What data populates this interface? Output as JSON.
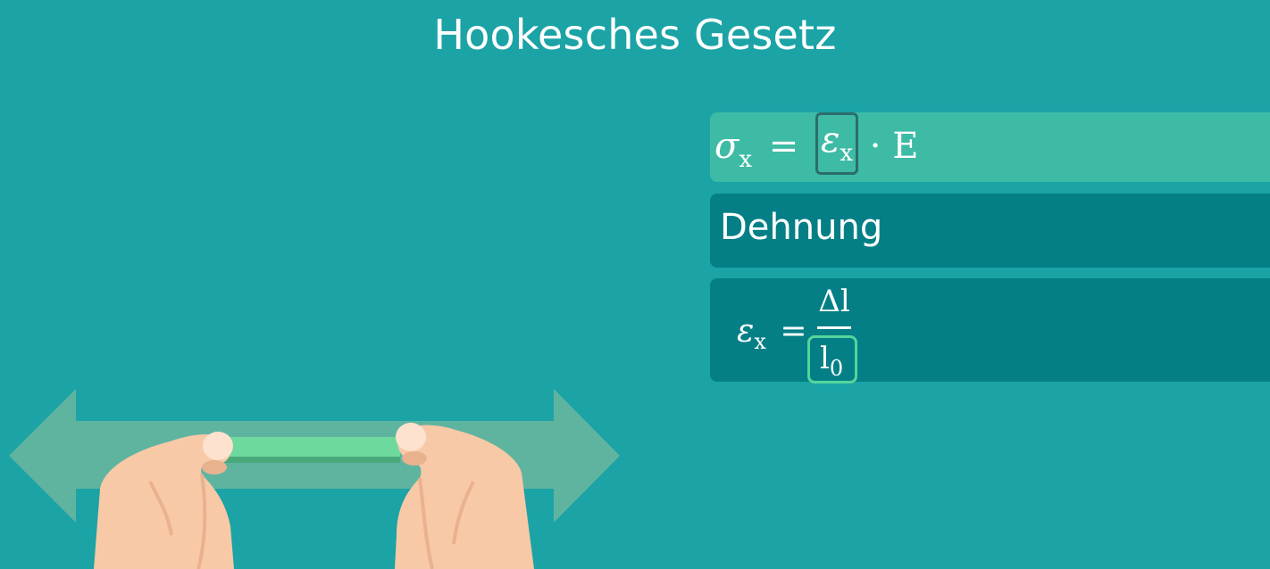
{
  "title": "Hookesches Gesetz",
  "formula_hooke": {
    "sigma": "σ",
    "sub_x": "x",
    "equals": "=",
    "epsilon": "ε",
    "dot": "·",
    "E": "E"
  },
  "dehnung_label": "Dehnung",
  "formula_strain": {
    "epsilon": "ε",
    "sub_x": "x",
    "equals": "=",
    "numerator": "Δl",
    "denominator_l": "l",
    "denominator_sub": "0"
  },
  "colors": {
    "background": "#1ba3a6",
    "highlight_panel": "#3dbba4",
    "dark_panel": "#057f86",
    "arrow": "#5fb4a0",
    "rod": "#6ed99c",
    "skin": "#f8c9a6",
    "box_dark": "#2c6d6b",
    "box_green": "#55d59b"
  }
}
